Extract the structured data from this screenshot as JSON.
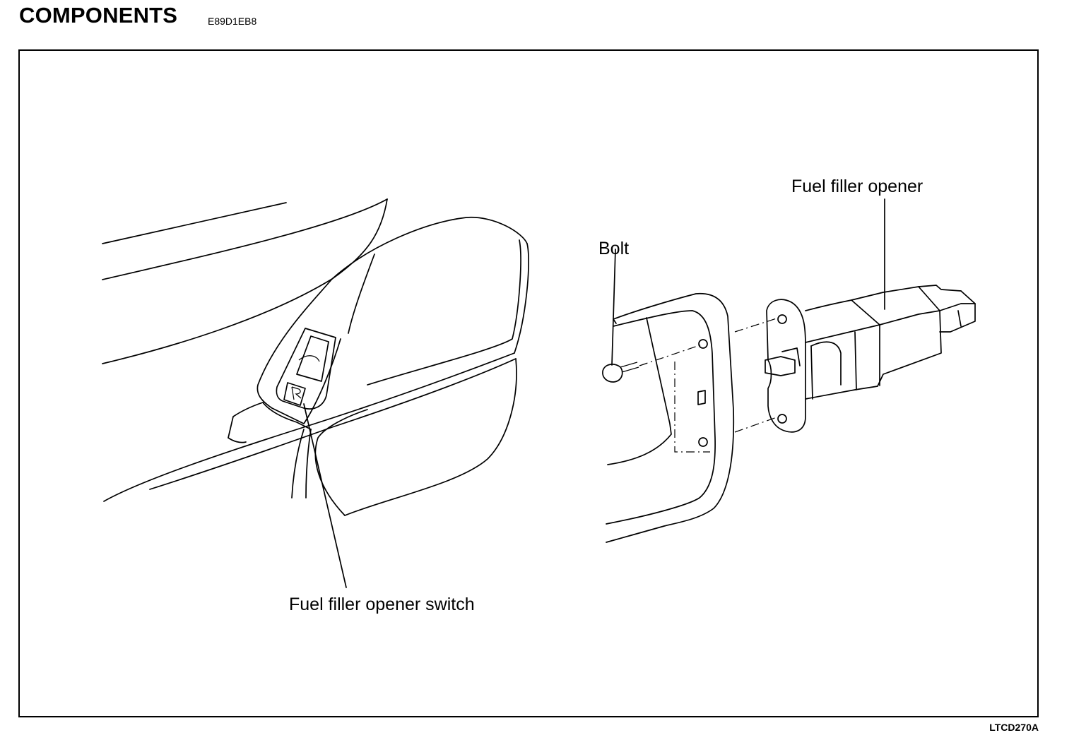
{
  "header": {
    "title": "COMPONENTS",
    "code": "E89D1EB8"
  },
  "labels": {
    "switch": "Fuel filler opener switch",
    "bolt": "Bolt",
    "opener": "Fuel filler opener"
  },
  "footer": {
    "figure_id": "LTCD270A"
  }
}
